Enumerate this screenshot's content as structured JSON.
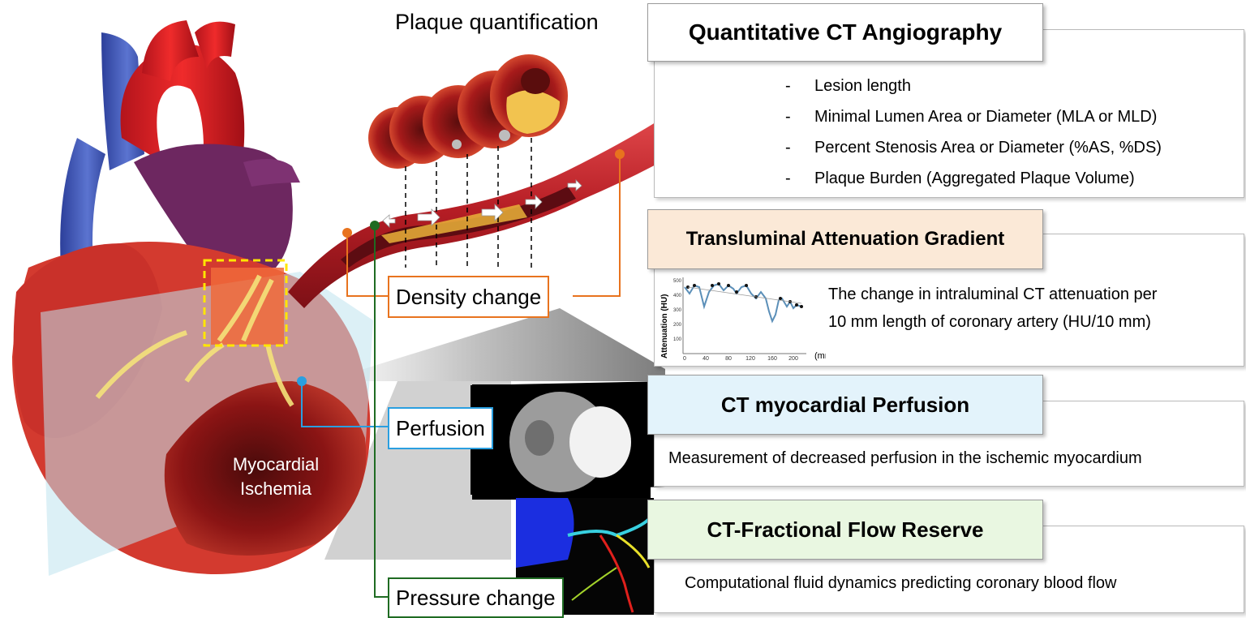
{
  "top_title": "Plaque quantification",
  "heart": {
    "ischemia_label_line1": "Myocardial",
    "ischemia_label_line2": "Ischemia"
  },
  "labels": {
    "density": "Density change",
    "perfusion": "Perfusion",
    "pressure": "Pressure change"
  },
  "sections": {
    "qca": {
      "title": "Quantitative CT Angiography",
      "dash": "-",
      "items": [
        "Lesion length",
        "Minimal Lumen Area or Diameter (MLA or MLD)",
        "Percent Stenosis Area or Diameter (%AS, %DS)",
        "Plaque Burden (Aggregated Plaque Volume)"
      ]
    },
    "tag": {
      "title": "Transluminal Attenuation Gradient",
      "desc_line1": "The change in intraluminal CT attenuation per",
      "desc_line2": "10 mm length of coronary artery (HU/10 mm)",
      "chart": {
        "ylabel": "Attenuation (HU)",
        "xunit": "(mm)",
        "xticks": [
          "0",
          "40",
          "80",
          "120",
          "160",
          "200"
        ],
        "yticks": [
          "100",
          "200",
          "300",
          "400",
          "500"
        ]
      }
    },
    "perfusion": {
      "title": "CT myocardial Perfusion",
      "desc": "Measurement of decreased perfusion in the ischemic myocardium"
    },
    "ffr": {
      "title": "CT-Fractional Flow Reserve",
      "desc": "Computational fluid dynamics predicting coronary blood flow"
    }
  },
  "colors": {
    "density_line": "#e8731e",
    "perfusion_line": "#2a9fe0",
    "pressure_line": "#1f6b22",
    "tag_header_bg": "#fbe9d7",
    "perfusion_header_bg": "#e3f3fb",
    "ffr_header_bg": "#e9f7e1",
    "artery_red": "#c8232a"
  }
}
